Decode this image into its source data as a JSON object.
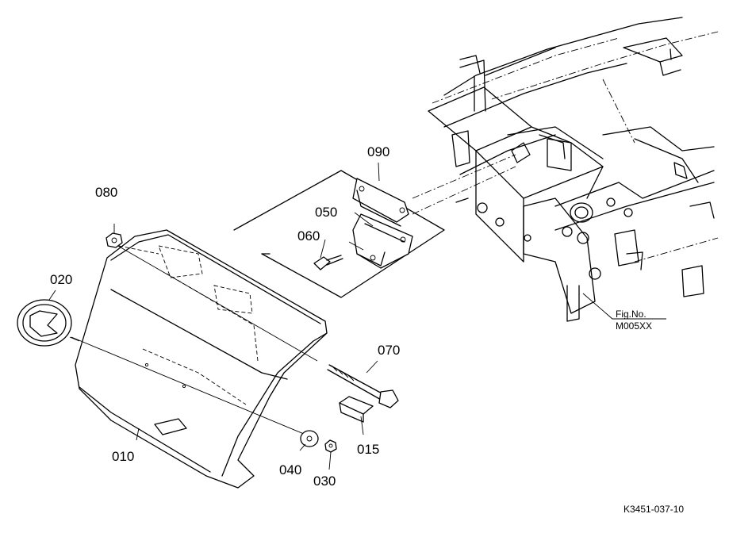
{
  "parts": [
    {
      "id": "p010",
      "label": "010"
    },
    {
      "id": "p015",
      "label": "015"
    },
    {
      "id": "p020",
      "label": "020"
    },
    {
      "id": "p030",
      "label": "030"
    },
    {
      "id": "p040",
      "label": "040"
    },
    {
      "id": "p050",
      "label": "050"
    },
    {
      "id": "p060",
      "label": "060"
    },
    {
      "id": "p070",
      "label": "070"
    },
    {
      "id": "p080",
      "label": "080"
    },
    {
      "id": "p090",
      "label": "090"
    }
  ],
  "figure_ref": {
    "line1": "Fig.No.",
    "line2": "M005XX"
  },
  "drawing_code": "K3451-037-10"
}
